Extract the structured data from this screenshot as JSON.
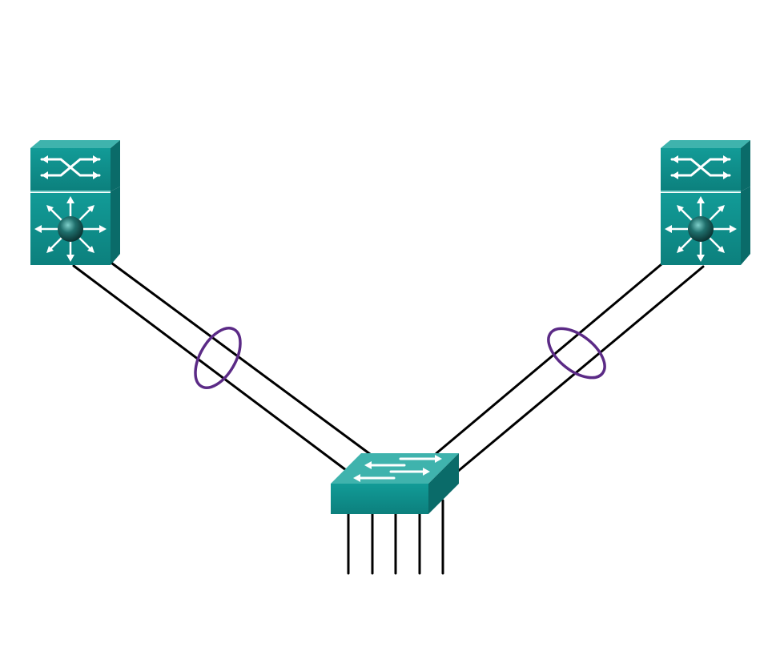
{
  "diagram": {
    "type": "network-topology",
    "nodes": [
      {
        "id": "left-multilayer-switch",
        "device": "multilayer-switch-icon"
      },
      {
        "id": "right-multilayer-switch",
        "device": "multilayer-switch-icon"
      },
      {
        "id": "access-switch",
        "device": "workgroup-switch-icon"
      }
    ],
    "links": [
      {
        "from": "left-multilayer-switch",
        "to": "access-switch",
        "cables": 2,
        "bundled": true
      },
      {
        "from": "right-multilayer-switch",
        "to": "access-switch",
        "cables": 2,
        "bundled": true
      }
    ],
    "downlinks": 5,
    "colors": {
      "device_front": "#0f8c89",
      "device_top": "#3fb3ad",
      "device_side": "#0a6b69",
      "cable": "#000000",
      "etherchannel_ring": "#5b2a86"
    }
  }
}
